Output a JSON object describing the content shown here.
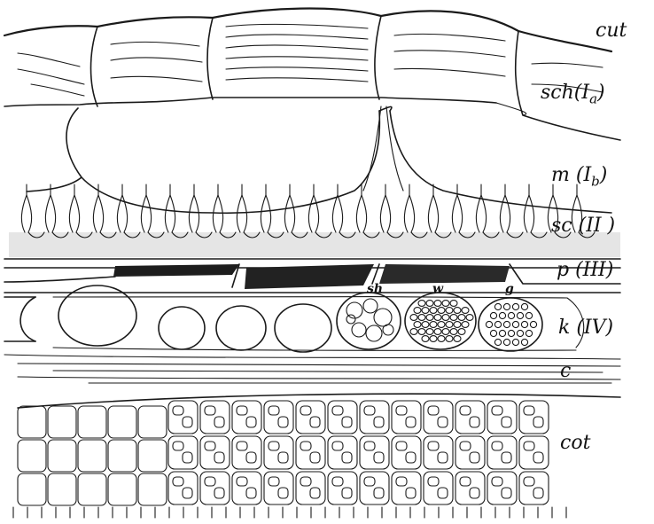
{
  "labels": {
    "cut": "cut",
    "sch": "sch(I",
    "sch_sub": "a",
    "sch_close": ")",
    "m": "m (I",
    "m_sub": "b",
    "m_close": ")",
    "sc": "sc (II )",
    "p": "p (III)",
    "k": "k (IV)",
    "c": "c",
    "cot": "cot",
    "sh": "sh",
    "w": "w",
    "g": "g"
  }
}
